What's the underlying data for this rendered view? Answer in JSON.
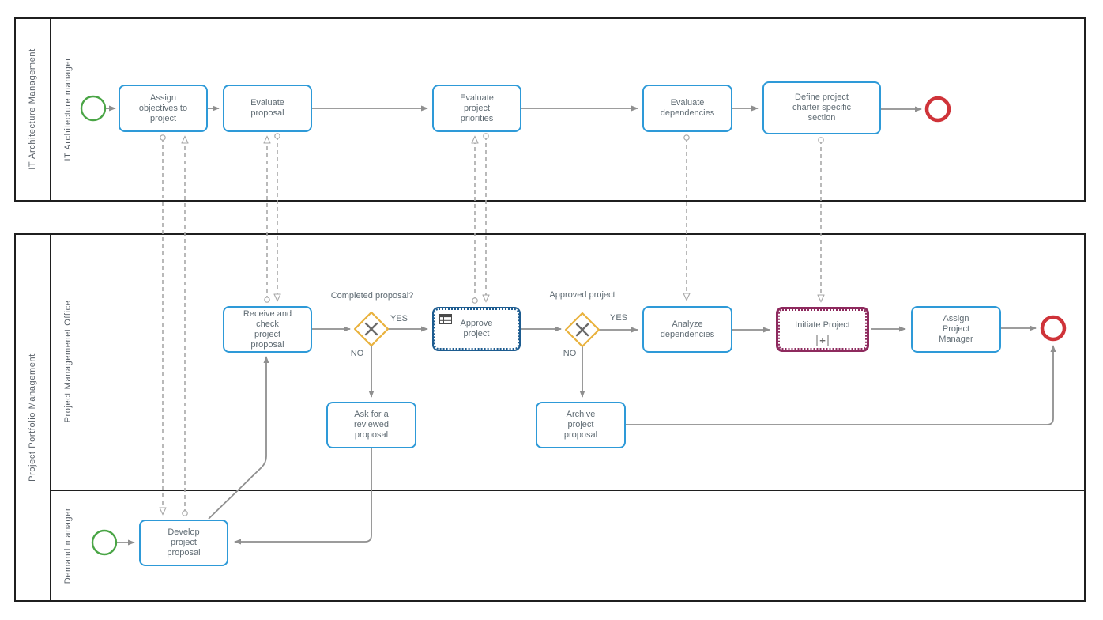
{
  "diagram_type": "BPMN collaboration diagram",
  "colors": {
    "task_border": "#2e9ad8",
    "business_rule_task_border": "#1d5c90",
    "subprocess_border": "#8e2a5e",
    "gateway_border": "#e9b23d",
    "start_event_border": "#4aa546",
    "end_event_border": "#cf3339",
    "sequence_flow": "#8f8f8f",
    "message_flow": "#a8a8a8",
    "pool_border": "#1f1f1f",
    "text": "#5f6b73"
  },
  "pools": [
    {
      "label": "IT Architecture Management",
      "lanes": [
        {
          "label": "IT Architecture manager"
        }
      ]
    },
    {
      "label": "Project Portfolio Management",
      "lanes": [
        {
          "label": "Project Managemenet Office"
        },
        {
          "label": "Demand manager"
        }
      ]
    }
  ],
  "tasks": {
    "assign_objectives": {
      "label": "Assign\nobjectives to\nproject"
    },
    "evaluate_proposal": {
      "label": "Evaluate\nproposal"
    },
    "evaluate_priorities": {
      "label": "Evaluate\nproject\npriorities"
    },
    "evaluate_dependencies": {
      "label": "Evaluate\ndependencies"
    },
    "define_charter": {
      "label": "Define project\ncharter specific\nsection"
    },
    "receive_check": {
      "label": "Receive and\ncheck\nproject\nproposal"
    },
    "approve_project": {
      "label": "Approve\nproject"
    },
    "analyze_dependencies": {
      "label": "Analyze\ndependencies"
    },
    "initiate_project": {
      "label": "Initiate Project"
    },
    "assign_pm": {
      "label": "Assign\nProject\nManager"
    },
    "ask_reviewed": {
      "label": "Ask for a\nreviewed\nproposal"
    },
    "archive_proposal": {
      "label": "Archive\nproject\nproposal"
    },
    "develop_proposal": {
      "label": "Develop\nproject\nproposal"
    }
  },
  "gateways": {
    "completed_proposal": {
      "question": "Completed proposal?",
      "yes_label": "YES",
      "no_label": "NO"
    },
    "approved_project": {
      "question": "Approved project",
      "yes_label": "YES",
      "no_label": "NO"
    }
  },
  "markers": {
    "subprocess_plus": "+"
  }
}
